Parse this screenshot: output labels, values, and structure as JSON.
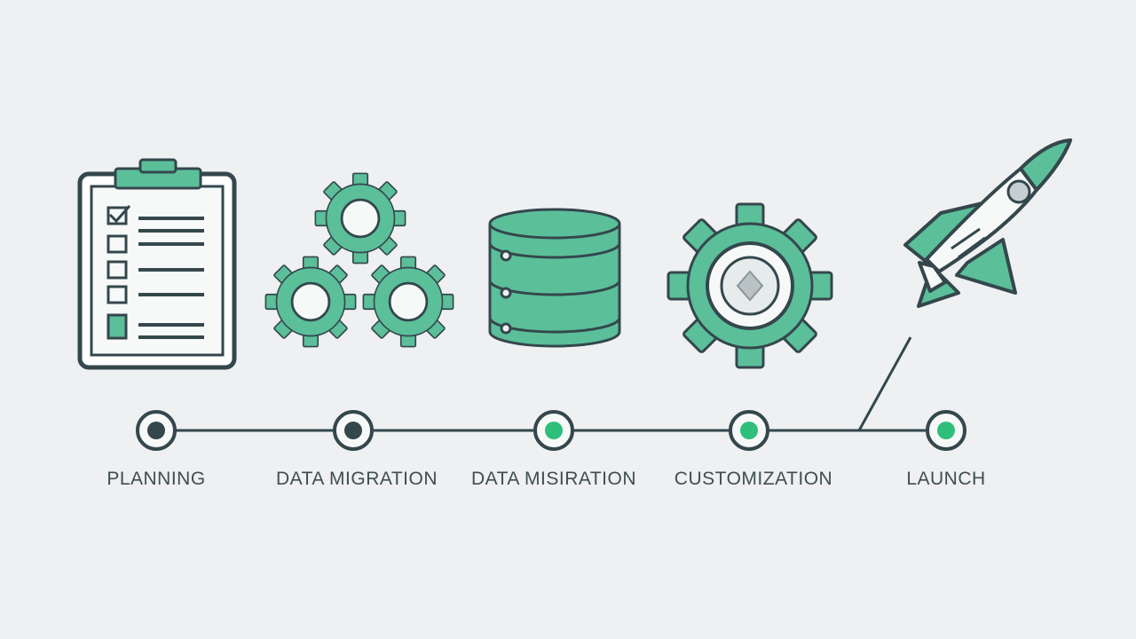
{
  "colors": {
    "background": "#eef0f1",
    "accent": "#5bbf9a",
    "outline": "#34474d",
    "paper": "#f7f9f9",
    "marker_complete": "#34474d",
    "marker_active": "#2fbf7a"
  },
  "timeline": {
    "stages": [
      {
        "label": "PLANNING",
        "icon": "clipboard-checklist-icon",
        "marker_state": "complete"
      },
      {
        "label": "DATA MIGRATION",
        "icon": "gears-icon",
        "marker_state": "complete"
      },
      {
        "label": "DATA MISIRATION",
        "icon": "database-icon",
        "marker_state": "active"
      },
      {
        "label": "CUSTOMIZATION",
        "icon": "gear-icon",
        "marker_state": "active"
      },
      {
        "label": "LAUNCH",
        "icon": "rocket-icon",
        "marker_state": "active"
      }
    ]
  }
}
